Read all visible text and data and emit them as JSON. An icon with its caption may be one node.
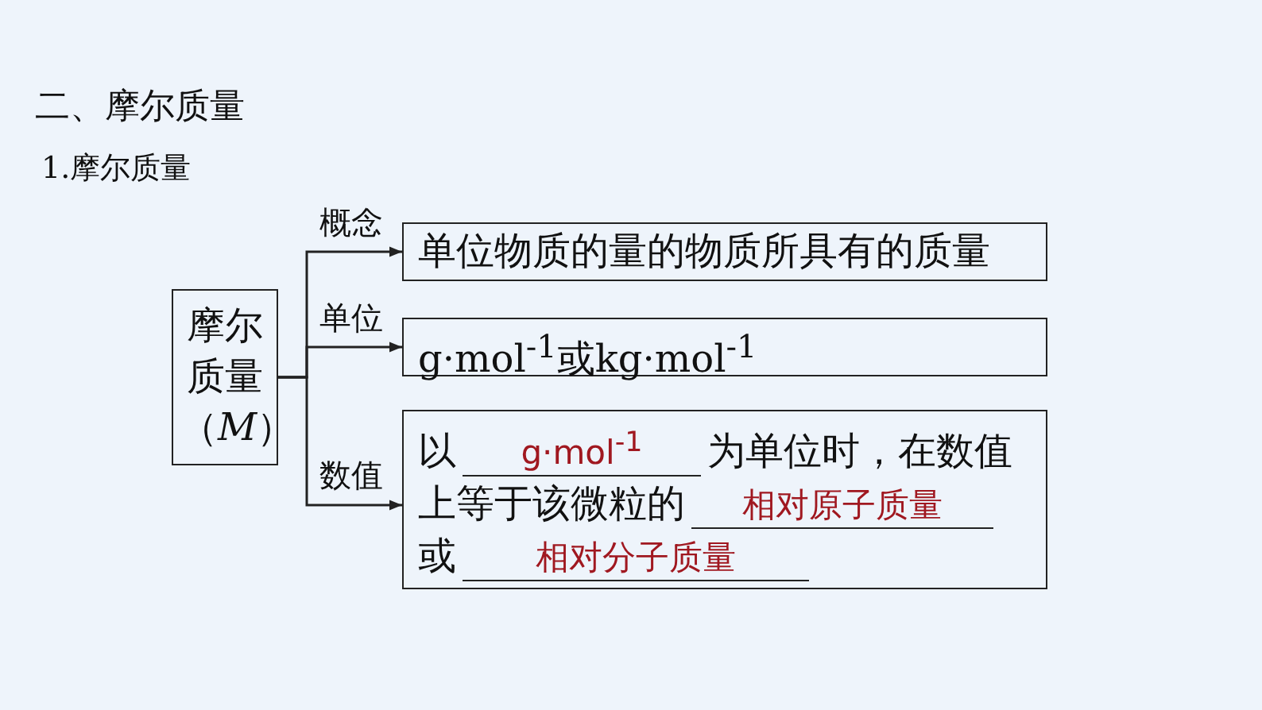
{
  "diagram": {
    "title": "二、摩尔质量",
    "nodes": [
      {
        "text": [
          "摩尔质量（*M*）"
        ]
      },
      {
        "text": [
          "单位物质的量的物质所具有的质量"
        ]
      },
      {
        "text": [
          "g·mol$^{-1}$或kg·mol$^{-1}$"
        ]
      },
      {
        "text": [
          "以",
          "g·mol$^{-1}$",
          "为单位时，在数值上等于该微粒的",
          "相对原子质量",
          "或",
          "相对分子质量"
        ]
      }
    ],
    "edges": [
      {
        "from": 0,
        "to": 1,
        "arrow": "to",
        "label": "概念"
      },
      {
        "from": 0,
        "to": 2,
        "arrow": "to",
        "label": "单位"
      },
      {
        "from": 0,
        "to": 3,
        "arrow": "to",
        "label": "数值"
      }
    ],
    "labels": [
      "1.摩尔质量"
    ]
  }
}
